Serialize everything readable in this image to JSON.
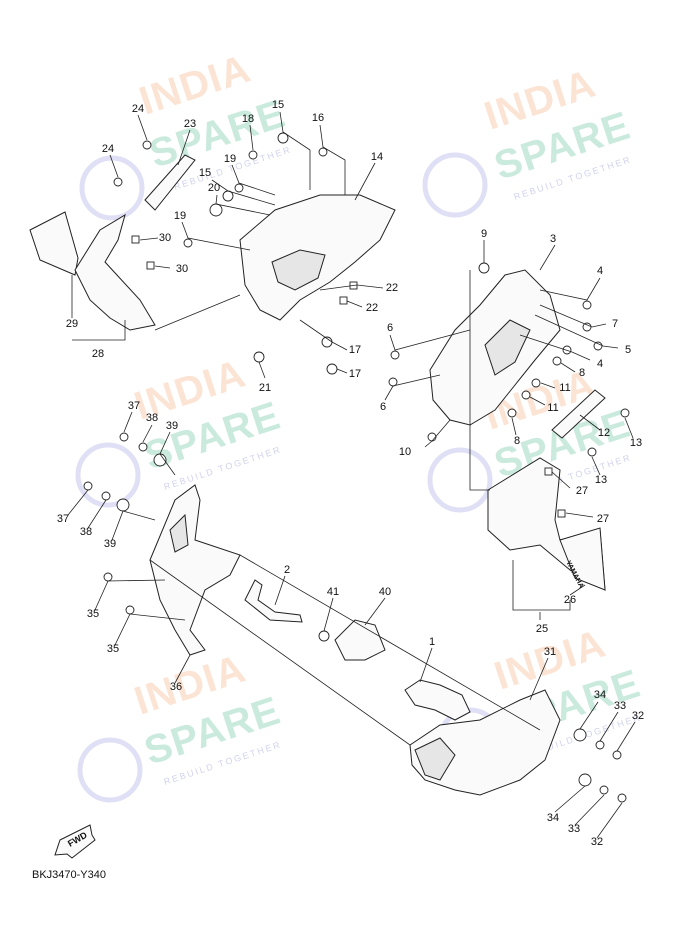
{
  "diagram": {
    "code": "BKJ3470-Y340",
    "fwd_label": "FWD",
    "decal_text": "YAMAHA",
    "watermark": {
      "line1": "INDIA",
      "line2": "SPARE",
      "tagline": "REBUILD TOGETHER"
    },
    "callouts": [
      "24",
      "23",
      "24",
      "18",
      "15",
      "16",
      "14",
      "19",
      "15",
      "20",
      "19",
      "30",
      "30",
      "29",
      "28",
      "22",
      "22",
      "17",
      "17",
      "21",
      "9",
      "3",
      "4",
      "7",
      "5",
      "6",
      "4",
      "8",
      "6",
      "11",
      "11",
      "10",
      "8",
      "12",
      "13",
      "13",
      "27",
      "27",
      "26",
      "25",
      "37",
      "38",
      "39",
      "37",
      "38",
      "39",
      "2",
      "35",
      "35",
      "36",
      "41",
      "40",
      "1",
      "31",
      "34",
      "33",
      "32",
      "34",
      "33",
      "32"
    ]
  }
}
